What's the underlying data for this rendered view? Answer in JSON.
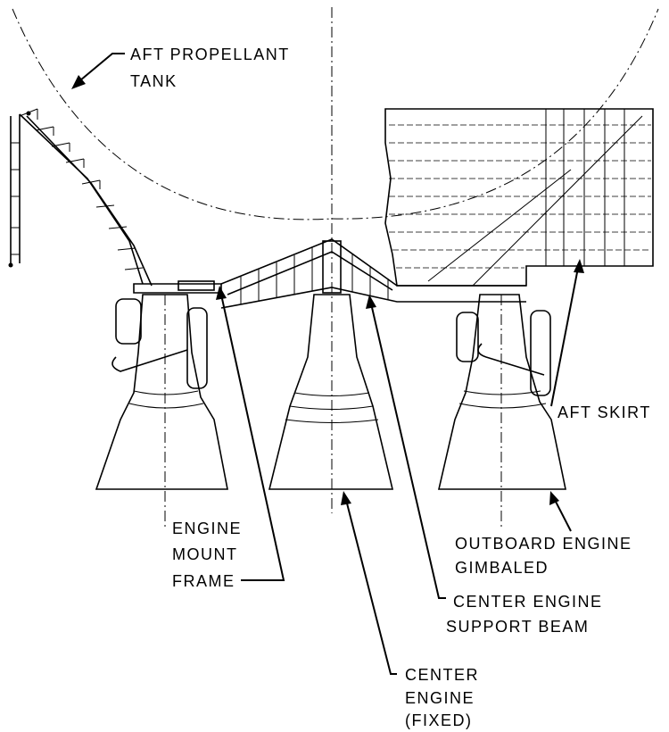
{
  "labels": {
    "aft_propellant_tank": [
      "AFT PROPELLANT",
      "TANK"
    ],
    "aft_skirt": [
      "AFT SKIRT"
    ],
    "engine_mount_frame": [
      "ENGINE",
      "MOUNT",
      "FRAME"
    ],
    "outboard_engine": [
      "OUTBOARD ENGINE",
      "GIMBALED"
    ],
    "center_engine_support_beam": [
      "CENTER ENGINE",
      "SUPPORT BEAM"
    ],
    "center_engine": [
      "CENTER",
      "ENGINE",
      "(FIXED)"
    ]
  }
}
